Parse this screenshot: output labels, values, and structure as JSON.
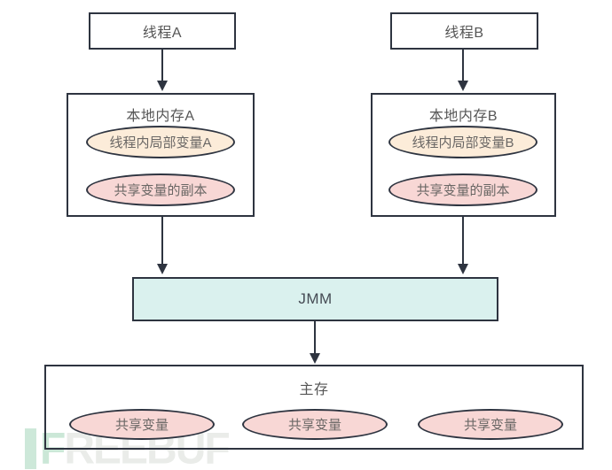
{
  "diagram": {
    "title_semantic": "Java Memory Model (JMM) diagram",
    "colors": {
      "stroke": "#2e3440",
      "node_fill": "#ffffff",
      "local_var_fill": "#fcecd9",
      "shared_copy_fill": "#f8d7d5",
      "jmm_fill": "#daf1ee",
      "label_text": "#565656",
      "ellipse_text": "#6a6765",
      "watermark_green": "#cde8d9",
      "watermark_gray": "#eaece9"
    },
    "nodes": {
      "thread_a": {
        "label": "线程A"
      },
      "thread_b": {
        "label": "线程B"
      },
      "local_memory_a": {
        "title": "本地内存A",
        "local_var": "线程内局部变量A",
        "shared_copy": "共享变量的副本"
      },
      "local_memory_b": {
        "title": "本地内存B",
        "local_var": "线程内局部变量B",
        "shared_copy": "共享变量的副本"
      },
      "jmm": {
        "label": "JMM"
      },
      "main_memory": {
        "title": "主存",
        "shared_vars": [
          "共享变量",
          "共享变量",
          "共享变量"
        ]
      }
    },
    "edges": [
      "thread_a -> local_memory_a",
      "thread_b -> local_memory_b",
      "local_memory_a -> jmm",
      "local_memory_b -> jmm",
      "jmm -> main_memory"
    ]
  },
  "watermark": {
    "initial": "F",
    "text": "REEBUF"
  }
}
